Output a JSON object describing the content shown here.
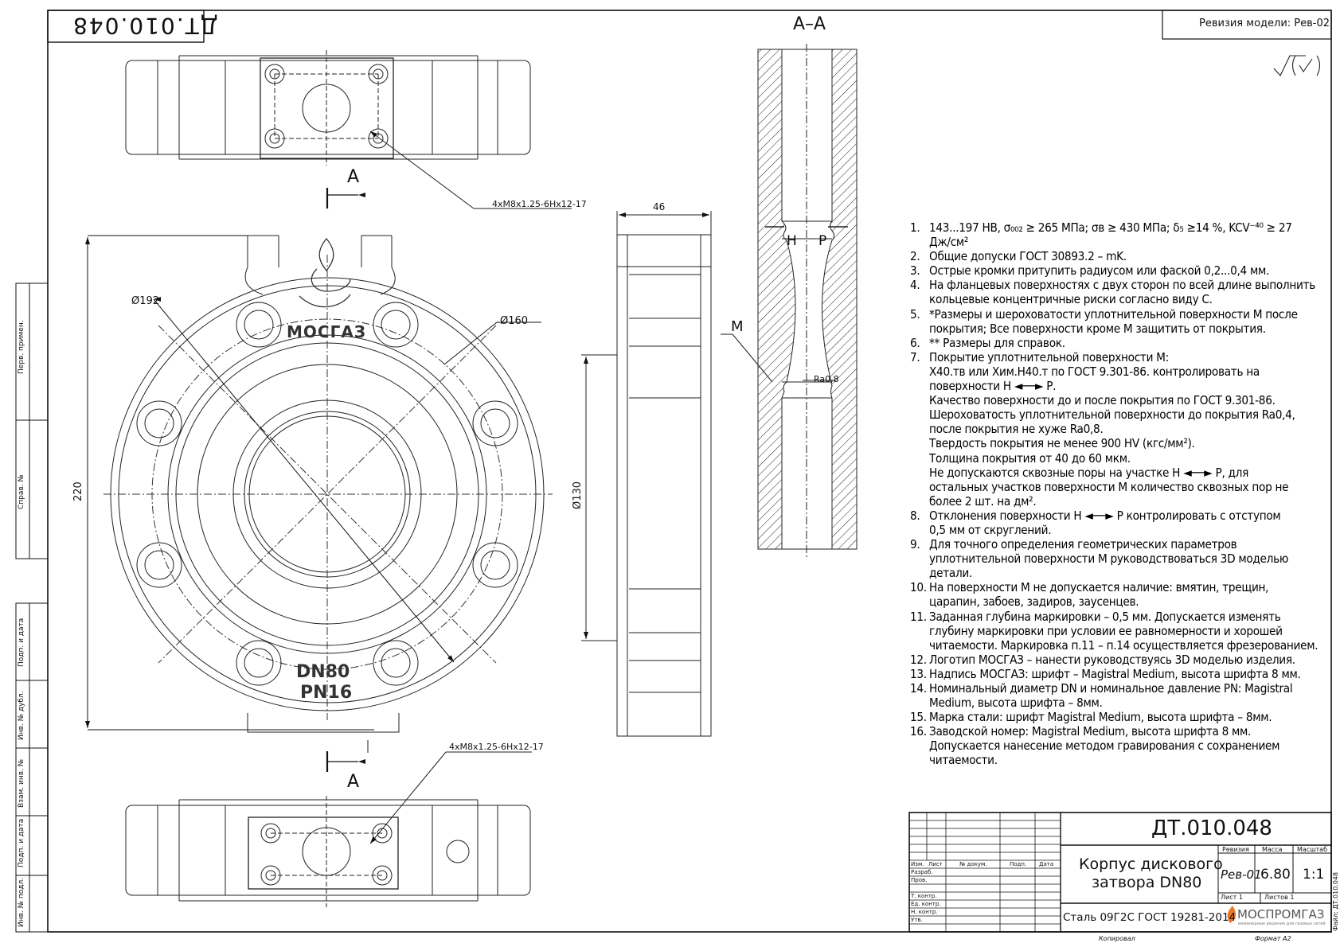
{
  "drawing": {
    "number_mirrored": "ДТ.010.048",
    "revision_box": "Ревизия модели: Рев-02",
    "section_label": "А–А",
    "section_marker_top": "А",
    "section_marker_bottom": "А",
    "roughness_symbol": "√(√)"
  },
  "dimensions": {
    "thread_top": "4хМ8х1.25-6Нх12-17",
    "thread_bottom": "4хМ8х1.25-6Нх12-17",
    "d192": "Ø192",
    "d160": "Ø160",
    "height_220": "220",
    "width_46": "46",
    "d130": "Ø130",
    "label_M": "М",
    "label_H": "Н",
    "label_P": "Р",
    "ra": "Ra0,8"
  },
  "marking": {
    "logo_text": "МОСГАЗ",
    "dn": "DN80",
    "pn": "PN16"
  },
  "left_strip": [
    "Перв. примен.",
    "Справ. №",
    "Подп. и дата",
    "Инв. № дубл.",
    "Взам. инв. №",
    "Подп. и дата",
    "Инв. № подл."
  ],
  "notes": [
    {
      "num": "1.",
      "lines": [
        "143...197 НВ, σ₀₀₂ ≥ 265 МПа; σв ≥ 430 МПа; δ₅ ≥14 %, KCV⁻⁴⁰ ≥ 27",
        "Дж/см²"
      ]
    },
    {
      "num": "2.",
      "lines": [
        "Общие допуски ГОСТ 30893.2 – mK."
      ]
    },
    {
      "num": "3.",
      "lines": [
        "Острые кромки притупить радиусом или фаской 0,2...0,4 мм."
      ]
    },
    {
      "num": "4.",
      "lines": [
        "На фланцевых поверхностях с двух сторон по всей длине выполнить",
        "кольцевые концентричные риски согласно виду С."
      ]
    },
    {
      "num": "5.",
      "lines": [
        "*Размеры и шероховатости уплотнительной поверхности М после",
        "покрытия; Все поверхности кроме М  защитить от покрытия."
      ]
    },
    {
      "num": "6.",
      "lines": [
        "** Размеры для справок."
      ]
    },
    {
      "num": "7.",
      "lines": [
        "Покрытие уплотнительной поверхности М:",
        "Х40.тв или Хим.Н40.т по ГОСТ 9.301-86. контролировать на",
        "поверхности Н ◄──► Р.",
        "Качество поверхности до и после покрытия по ГОСТ 9.301-86.",
        "Шероховатость уплотнительной поверхности до покрытия Ra0,4,",
        "после покрытия не хуже Ra0,8.",
        "Твердость покрытия не менее 900 HV (кгс/мм²).",
        "Толщина покрытия от 40 до 60 мкм.",
        "Не допускаются сквозные поры на участке Н ◄──► Р, для",
        "остальных участков поверхности М количество сквозных пор не",
        "более 2 шт. на дм²."
      ]
    },
    {
      "num": "8.",
      "lines": [
        "Отклонения поверхности Н ◄──► Р контролировать с отступом",
        "0,5 мм от скруглений."
      ]
    },
    {
      "num": "9.",
      "lines": [
        "Для точного определения геометрических параметров",
        "уплотнительной поверхности М руководствоваться 3D моделью",
        "детали."
      ]
    },
    {
      "num": "10.",
      "lines": [
        "На поверхности М не допускается наличие: вмятин, трещин,",
        "царапин, забоев, задиров, заусенцев."
      ]
    },
    {
      "num": "11.",
      "lines": [
        "Заданная глубина маркировки – 0,5 мм. Допускается изменять",
        "глубину маркировки при условии ее равномерности и хорошей",
        "читаемости. Маркировка п.11 – п.14 осуществляется фрезерованием."
      ]
    },
    {
      "num": "12.",
      "lines": [
        "Логотип МОСГАЗ – нанести руководствуясь 3D моделью изделия."
      ]
    },
    {
      "num": "13.",
      "lines": [
        "Надпись МОСГАЗ: шрифт – Magistral Medium, высота шрифта 8 мм."
      ]
    },
    {
      "num": "14.",
      "lines": [
        "Номинальный диаметр DN и номинальное давление PN: Magistral",
        "Medium, высота шрифта – 8мм."
      ]
    },
    {
      "num": "15.",
      "lines": [
        "Марка стали: шрифт Magistral Medium, высота шрифта – 8мм."
      ]
    },
    {
      "num": "16.",
      "lines": [
        "Заводской номер: Magistral Medium, высота шрифта 8 мм.",
        "Допускается нанесение методом гравирования с сохранением",
        "читаемости."
      ]
    }
  ],
  "title_block": {
    "designation": "ДТ.010.048",
    "name_line1": "Корпус дискового",
    "name_line2": "затвора DN80",
    "material": "Сталь 09Г2С ГОСТ 19281-2014",
    "col_revision": "Ревизия",
    "col_mass": "Масса",
    "col_scale": "Масштаб",
    "revision": "Рев-01",
    "mass": "6.80",
    "scale": "1:1",
    "sheet": "Лист 1",
    "sheets": "Листов 1",
    "company": "МОСПРОМГАЗ",
    "company_sub": "инженерные решения для газовых сетей",
    "side_code": "Файл: ДТ.010.048",
    "hdr_izm": "Изм.",
    "hdr_list": "Лист",
    "hdr_doc": "№ докум.",
    "hdr_sign": "Подп.",
    "hdr_date": "Дата",
    "row_razrab": "Разраб.",
    "row_prov": "Пров.",
    "row_tkontr": "Т. контр.",
    "row_ed": "Ед. контр.",
    "row_nkontr": "Н. контр.",
    "row_utv": "Утв.",
    "copied": "Копировал",
    "format": "Формат  А2"
  }
}
